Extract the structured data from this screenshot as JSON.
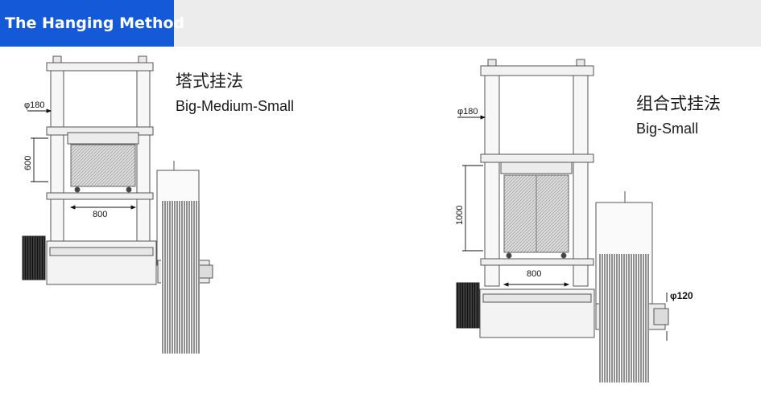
{
  "header": {
    "title": "The Hanging Method",
    "accent_color": "#1459d8"
  },
  "left_diagram": {
    "title_cn": "塔式挂法",
    "title_en": "Big-Medium-Small",
    "dim_diameter": "φ180",
    "dim_height": "600",
    "dim_width": "800"
  },
  "right_diagram": {
    "title_cn": "组合式挂法",
    "title_en": "Big-Small",
    "dim_diameter": "φ180",
    "dim_height": "1000",
    "dim_width": "800",
    "dim_shaft": "φ120"
  }
}
